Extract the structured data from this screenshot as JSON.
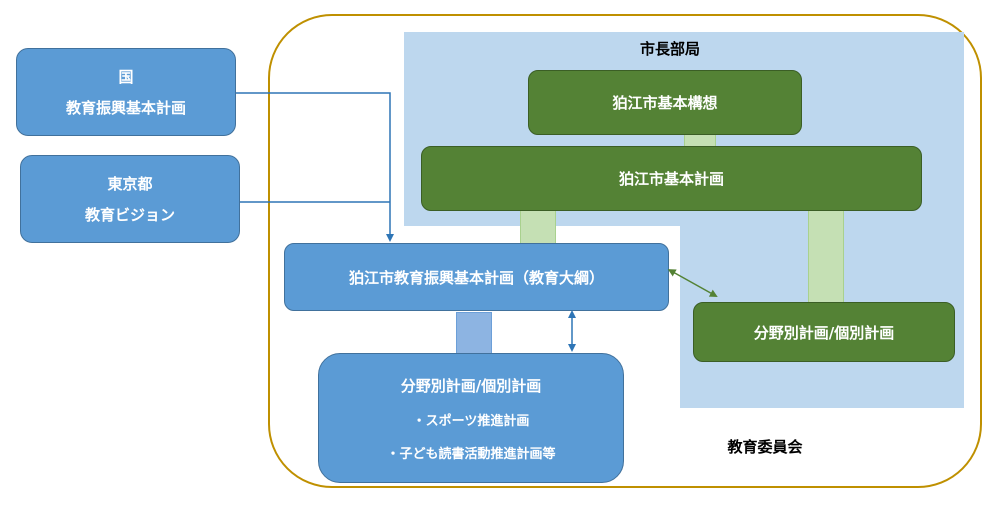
{
  "kuni": {
    "line1": "国",
    "line2": "教育振興基本計画"
  },
  "tokyo": {
    "line1": "東京都",
    "line2": "教育ビジョン"
  },
  "mayor_area": {
    "label": "市長部局"
  },
  "komae_vision": {
    "label": "狛江市基本構想"
  },
  "komae_basic_plan": {
    "label": "狛江市基本計画"
  },
  "edu_plan": {
    "label": "狛江市教育振興基本計画（教育大綱）"
  },
  "mayor_sector_plan": {
    "label": "分野別計画/個別計画"
  },
  "edu_sector_plan": {
    "title": "分野別計画/個別計画",
    "items": [
      "・スポーツ推進計画",
      "・子ども読書活動推進計画等"
    ]
  },
  "board_of_education": {
    "label": "教育委員会"
  },
  "colors": {
    "blue_box": "#5b9bd5",
    "green_box": "#548235",
    "mayor_region": "#bdd7ee",
    "board_outline": "#bf9000",
    "arrow_blue": "#2e75b6",
    "arrow_green": "#548235"
  }
}
